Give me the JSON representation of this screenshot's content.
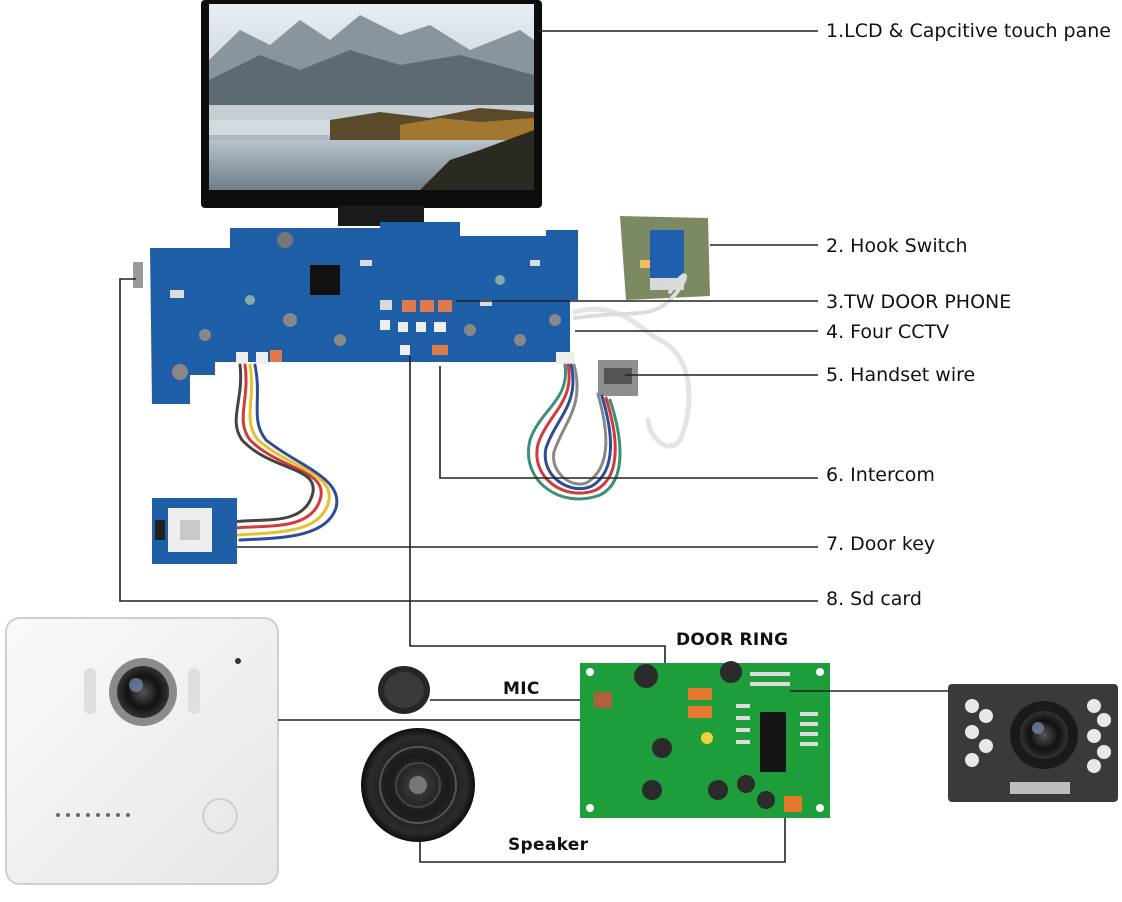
{
  "callouts": [
    {
      "id": "lcd",
      "text": "1.LCD & Capcitive touch pane"
    },
    {
      "id": "hook",
      "text": "2. Hook Switch"
    },
    {
      "id": "tw",
      "text": "3.TW DOOR PHONE"
    },
    {
      "id": "cctv",
      "text": "4. Four CCTV"
    },
    {
      "id": "handset",
      "text": "5. Handset wire"
    },
    {
      "id": "intercom",
      "text": "6. Intercom"
    },
    {
      "id": "doorkey",
      "text": "7. Door key"
    },
    {
      "id": "sdcard",
      "text": "8. Sd card"
    }
  ],
  "module_labels": {
    "door_ring": "DOOR RING",
    "mic": "MIC",
    "speaker": "Speaker"
  },
  "colors": {
    "pcb_main": "#1f5fa8",
    "pcb_green": "#1e9e3a",
    "line": "#222222"
  }
}
